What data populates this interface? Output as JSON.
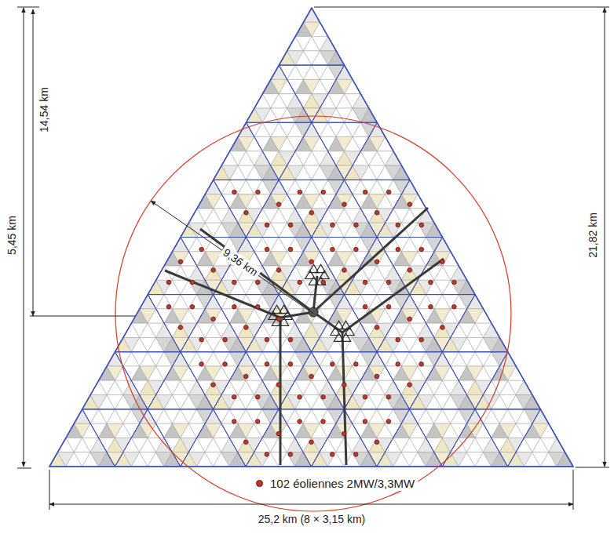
{
  "diagram": {
    "labels": [
      "5,45 km",
      "14,54 km",
      "9,36 km",
      "21,82 km",
      "25,2 km (8 × 3,15 km)"
    ],
    "legend": [
      {
        "text": "102 éoliennes 2MW/3,3MW",
        "color": "#c0392b"
      }
    ]
  }
}
